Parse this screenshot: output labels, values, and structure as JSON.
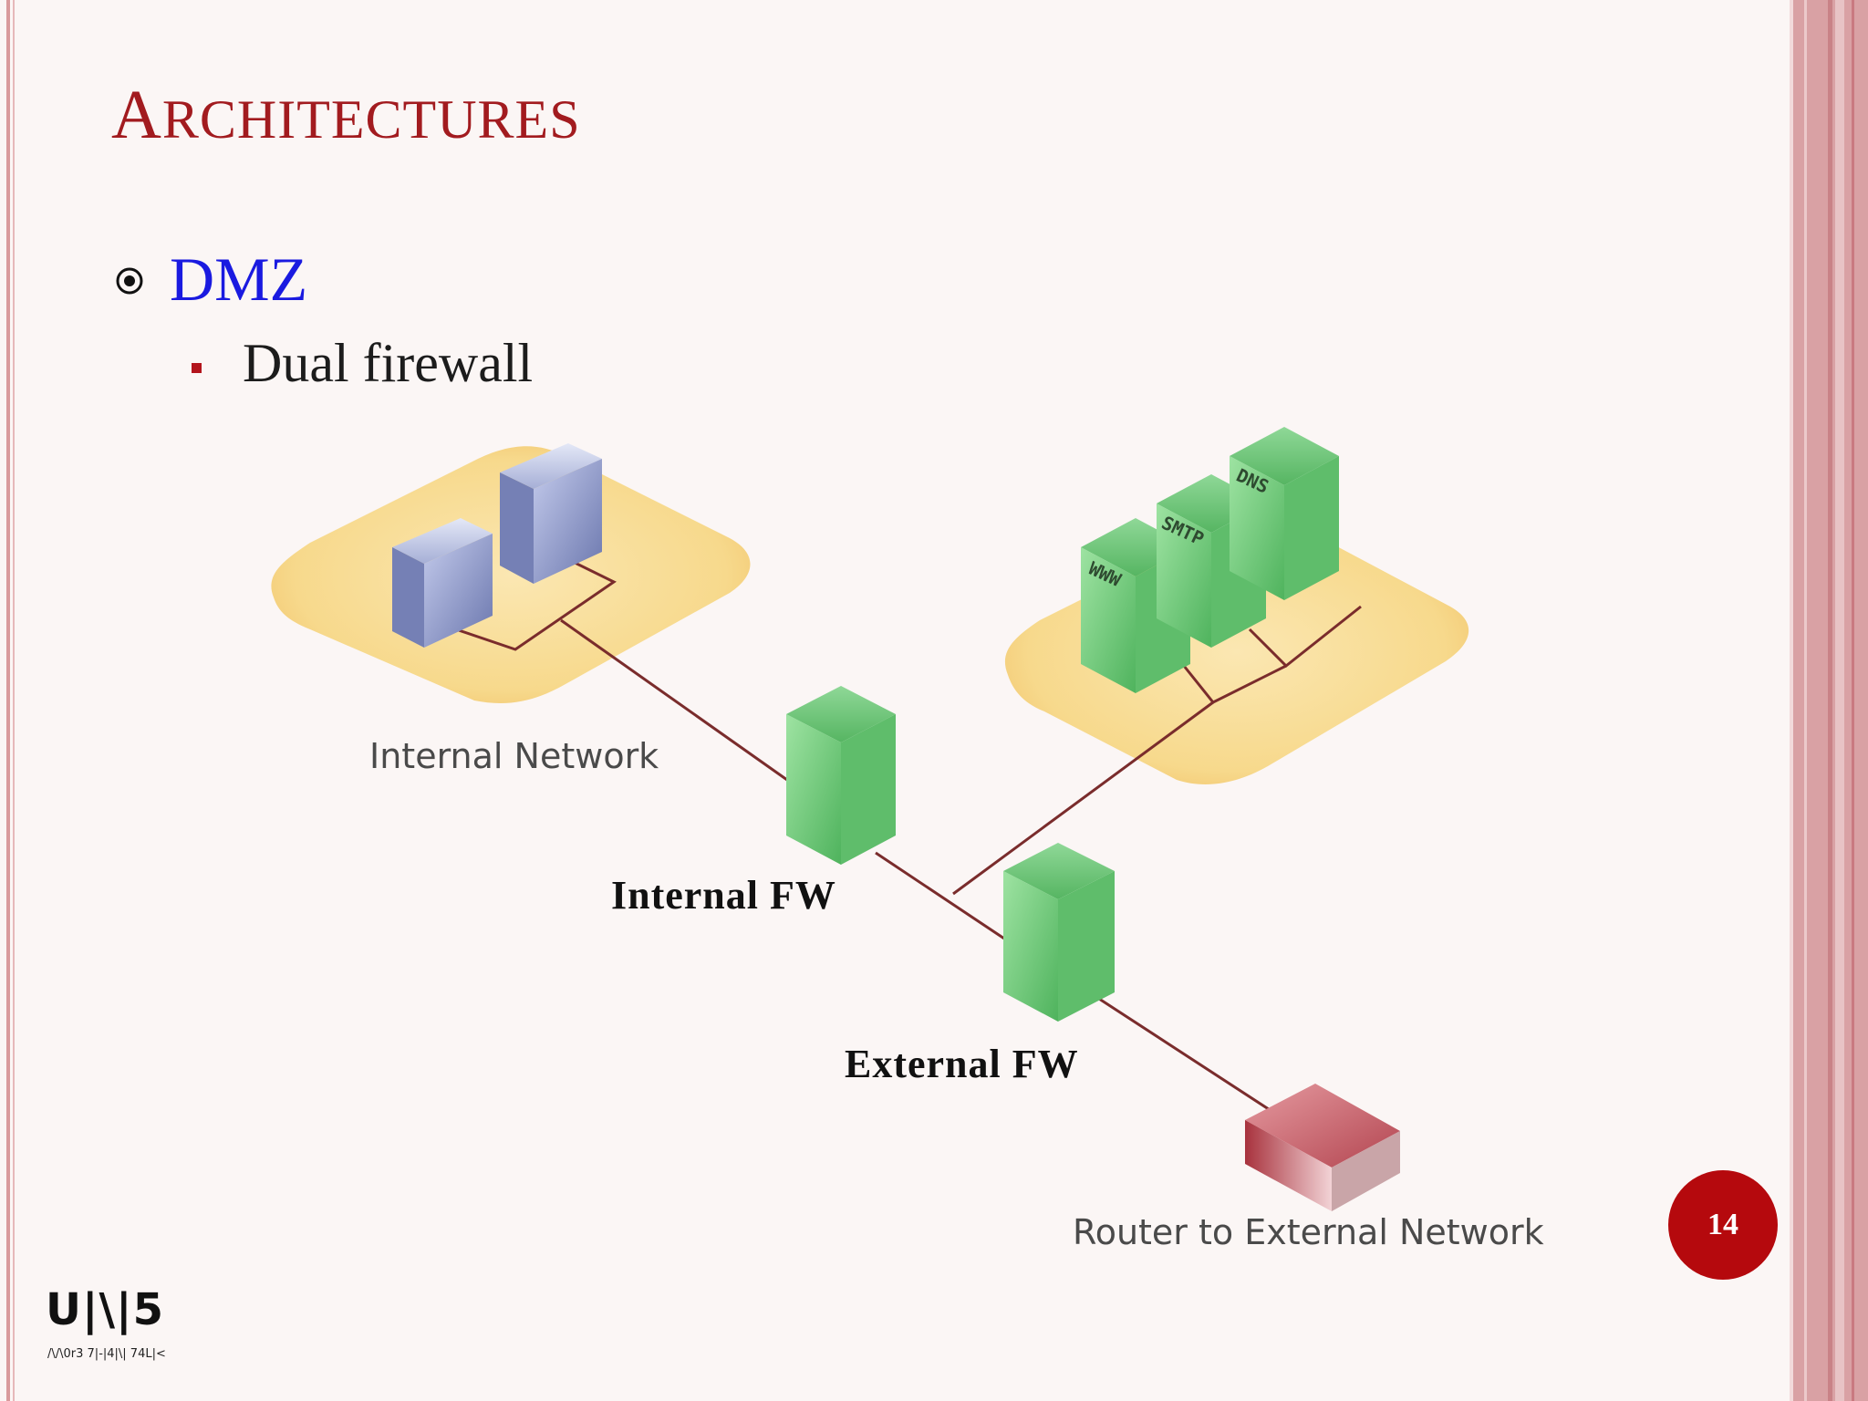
{
  "slide": {
    "title_first": "A",
    "title_rest": "RCHITECTURES",
    "bullet_l1": "DMZ",
    "bullet_l2": "Dual firewall",
    "page_number": "14"
  },
  "diagram": {
    "internal_network_label": "Internal Network",
    "dmz_server_labels": [
      "WWW",
      "SMTP",
      "DNS"
    ],
    "internal_fw_label": "Internal FW",
    "external_fw_label": "External FW",
    "router_label": "Router to External Network"
  },
  "logo": {
    "main": "U|\\|5",
    "sub": "/\\/\\0r3 7|-|4|\\| 74L|<"
  },
  "colors": {
    "title": "#a21b1f",
    "bullet_l1": "#1a1ae0",
    "zone_fill": "#f8d98a",
    "server_blue": "#8e98c8",
    "server_green": "#6fcb7a",
    "router_red": "#b8444e",
    "link": "#7a2c2c",
    "page_badge": "#b5090d"
  }
}
